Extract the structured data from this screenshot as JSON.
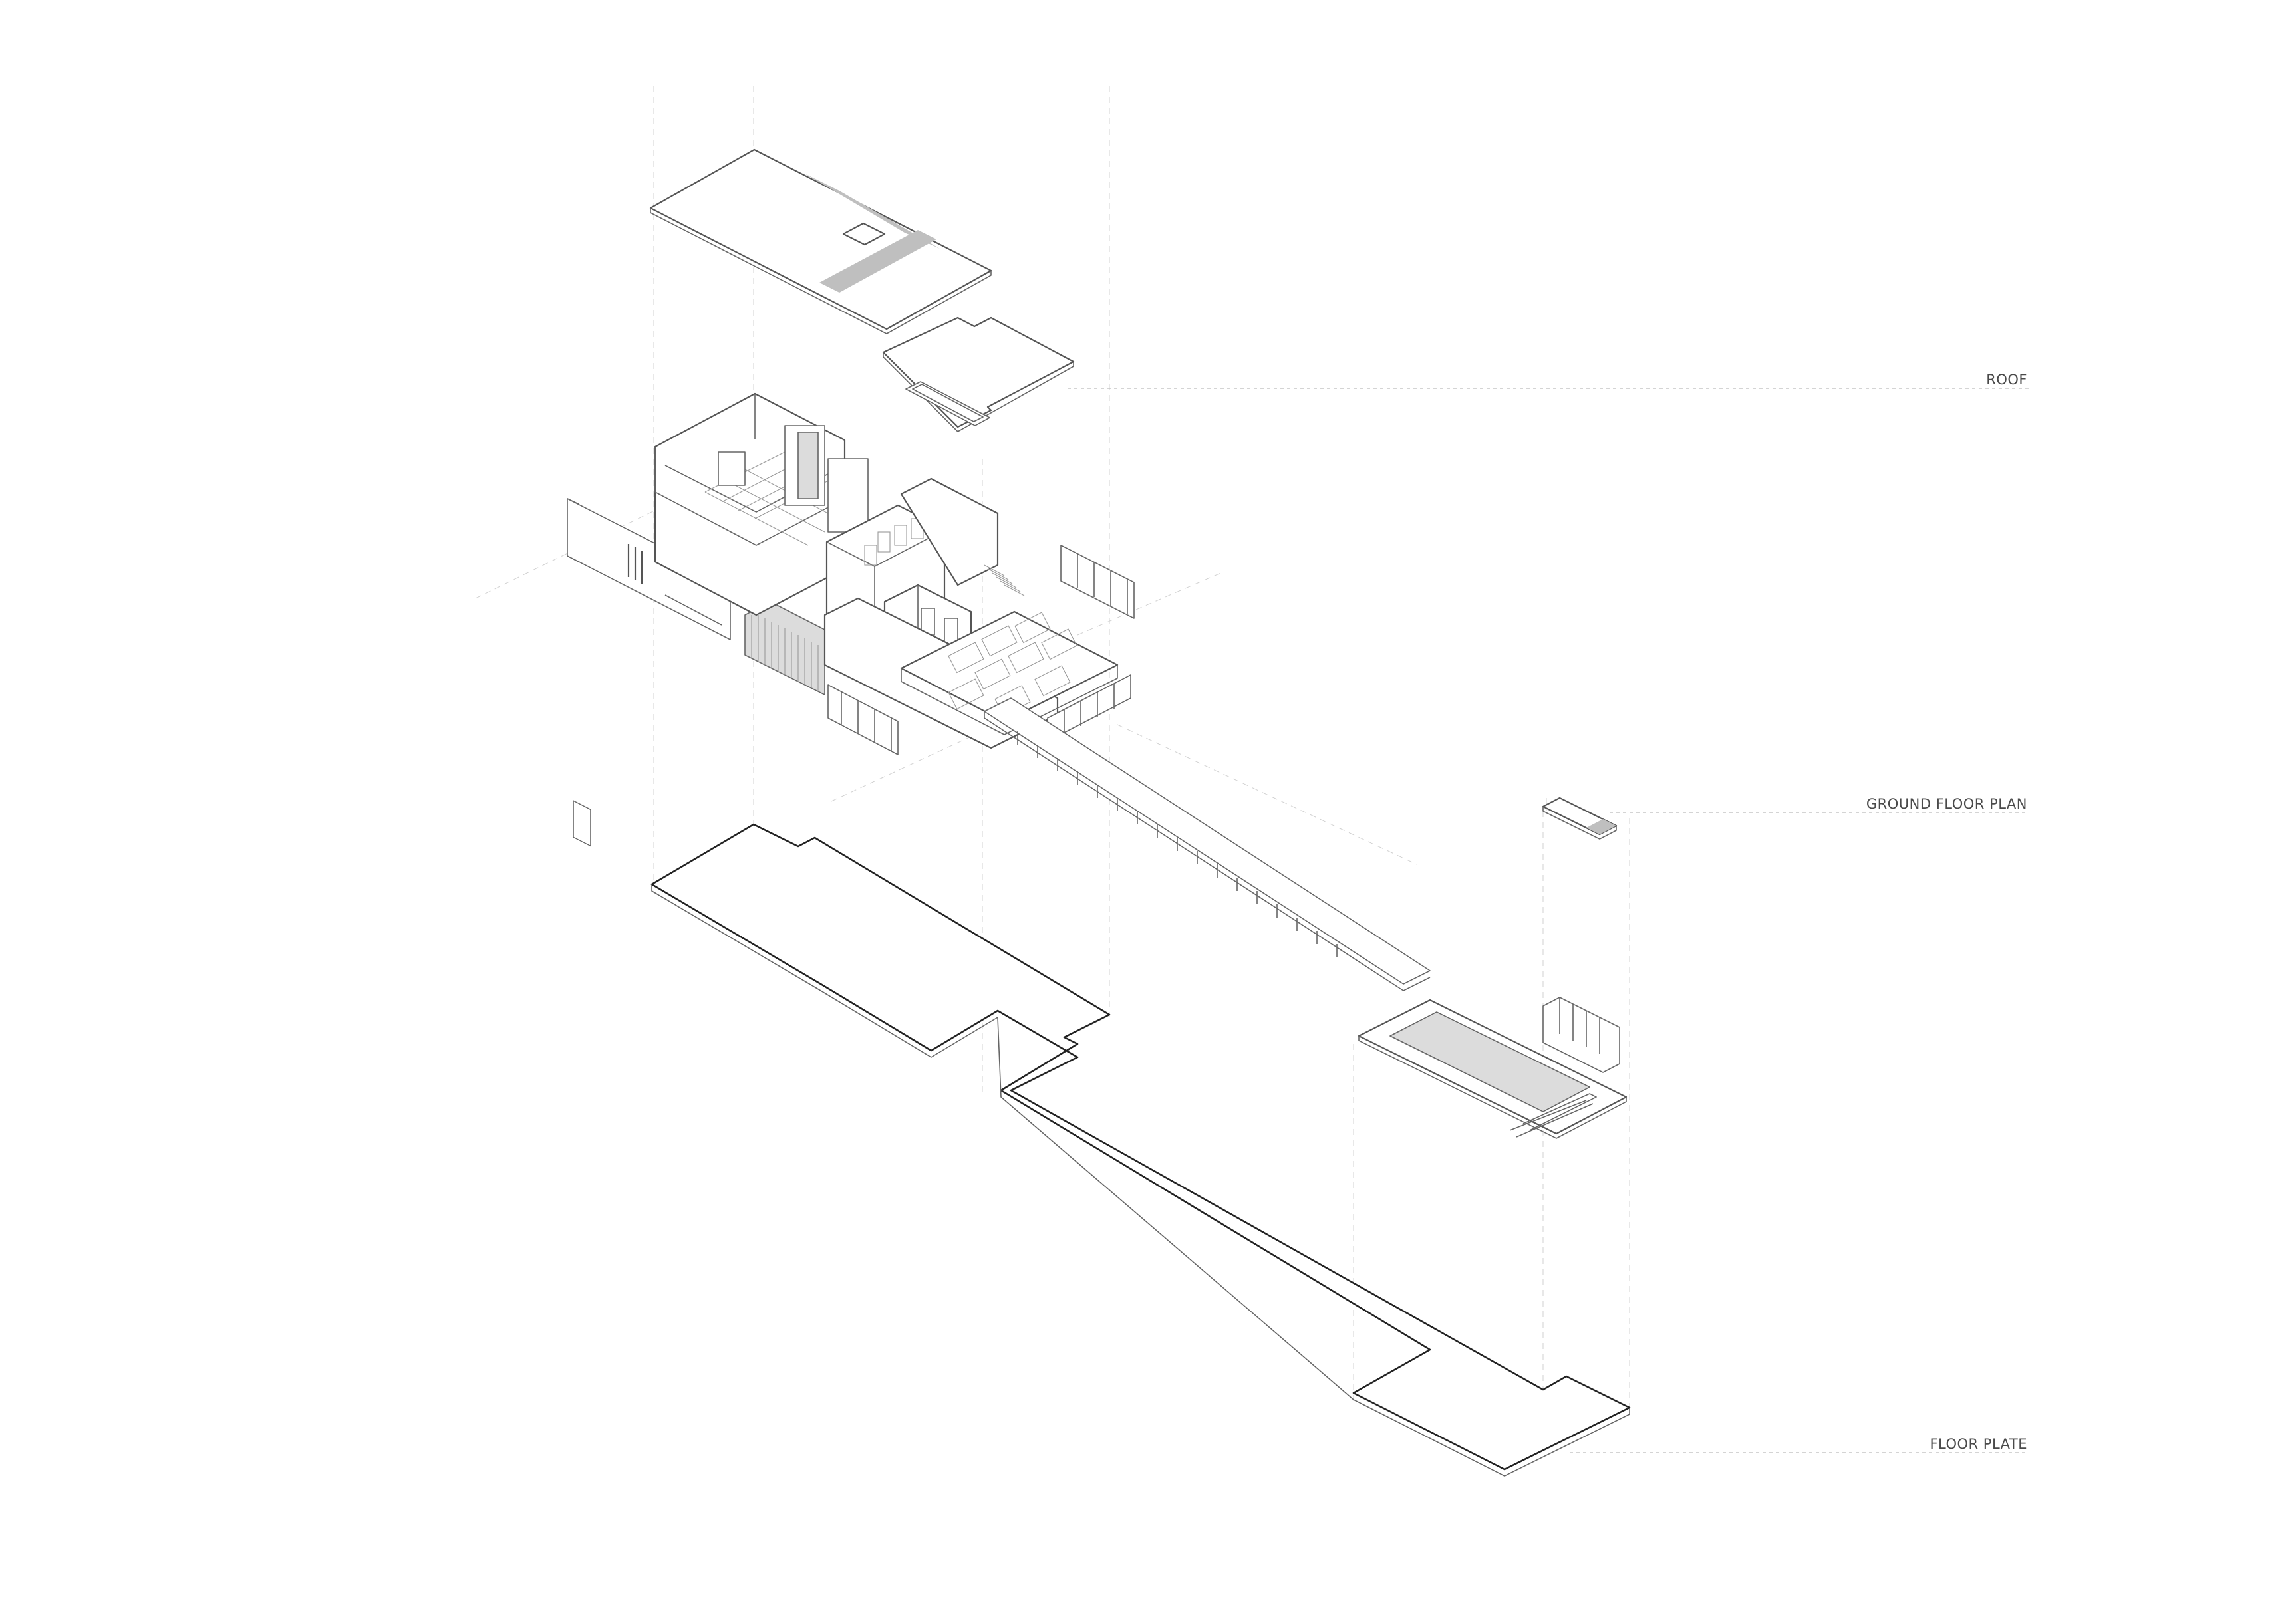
{
  "labels": {
    "roof": "ROOF",
    "ground_floor_plan": "GROUND FLOOR PLAN",
    "floor_plate": "FLOOR PLATE"
  },
  "colors": {
    "line": "#666666",
    "leader": "#bbbbbb",
    "shade": "#dcdcdc",
    "label": "#4a4a4a"
  }
}
